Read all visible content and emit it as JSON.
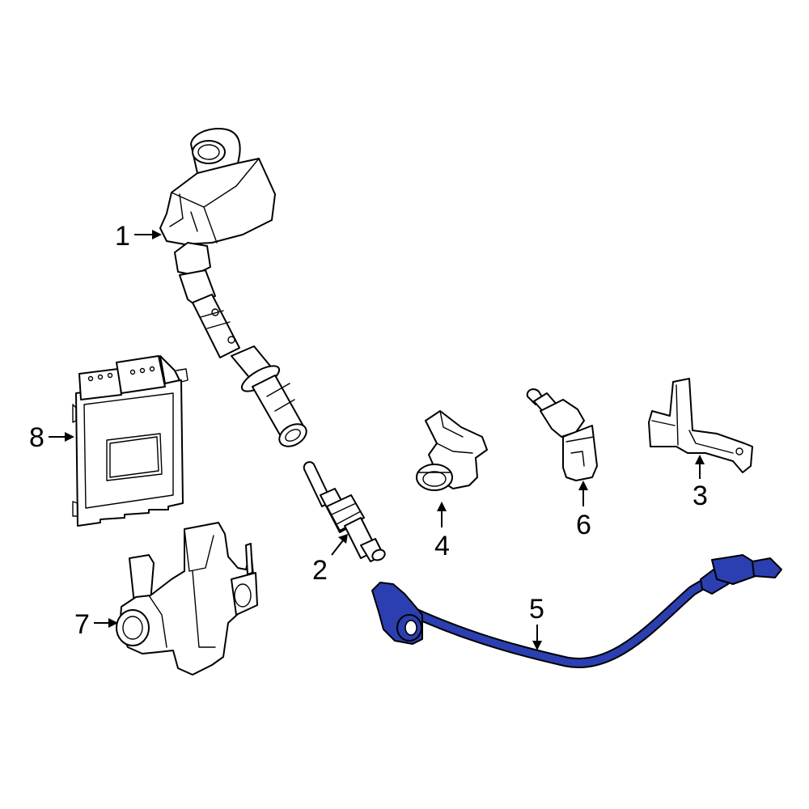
{
  "callouts": [
    {
      "id": "1",
      "label": "1"
    },
    {
      "id": "2",
      "label": "2"
    },
    {
      "id": "3",
      "label": "3"
    },
    {
      "id": "4",
      "label": "4"
    },
    {
      "id": "5",
      "label": "5"
    },
    {
      "id": "6",
      "label": "6"
    },
    {
      "id": "7",
      "label": "7"
    },
    {
      "id": "8",
      "label": "8"
    }
  ],
  "colors": {
    "highlight_part": "#2b3fb0",
    "line": "#000000",
    "background": "#ffffff"
  }
}
